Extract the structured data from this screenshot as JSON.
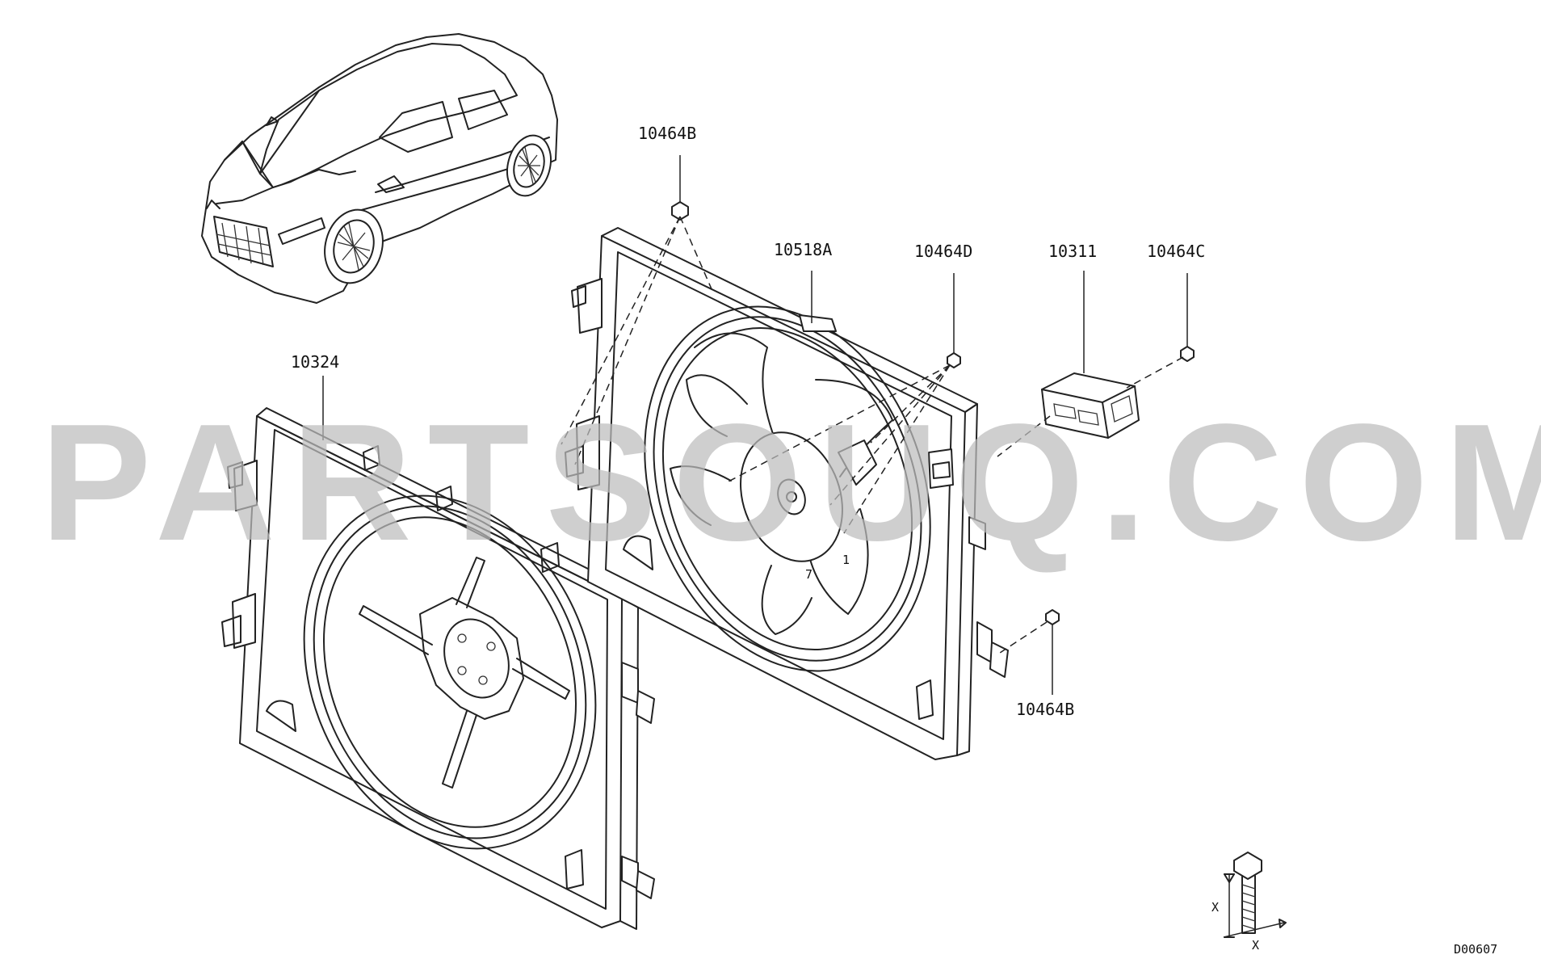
{
  "watermark": "PARTSOUQ.COM",
  "diagram_ref": "D00607",
  "dimension_label": "X",
  "parts": [
    {
      "id": "p1",
      "label": "10464B",
      "name": "screw-top"
    },
    {
      "id": "p2",
      "label": "10518A",
      "name": "fan-motor-assembly"
    },
    {
      "id": "p3",
      "label": "10464D",
      "name": "screw-fan"
    },
    {
      "id": "p4",
      "label": "10311",
      "name": "fan-resistor"
    },
    {
      "id": "p5",
      "label": "10464C",
      "name": "screw-resistor"
    },
    {
      "id": "p6",
      "label": "10324",
      "name": "fan-shroud"
    },
    {
      "id": "p7",
      "label": "10464B",
      "name": "screw-bottom"
    }
  ],
  "fan_marks": [
    "7",
    "1"
  ]
}
